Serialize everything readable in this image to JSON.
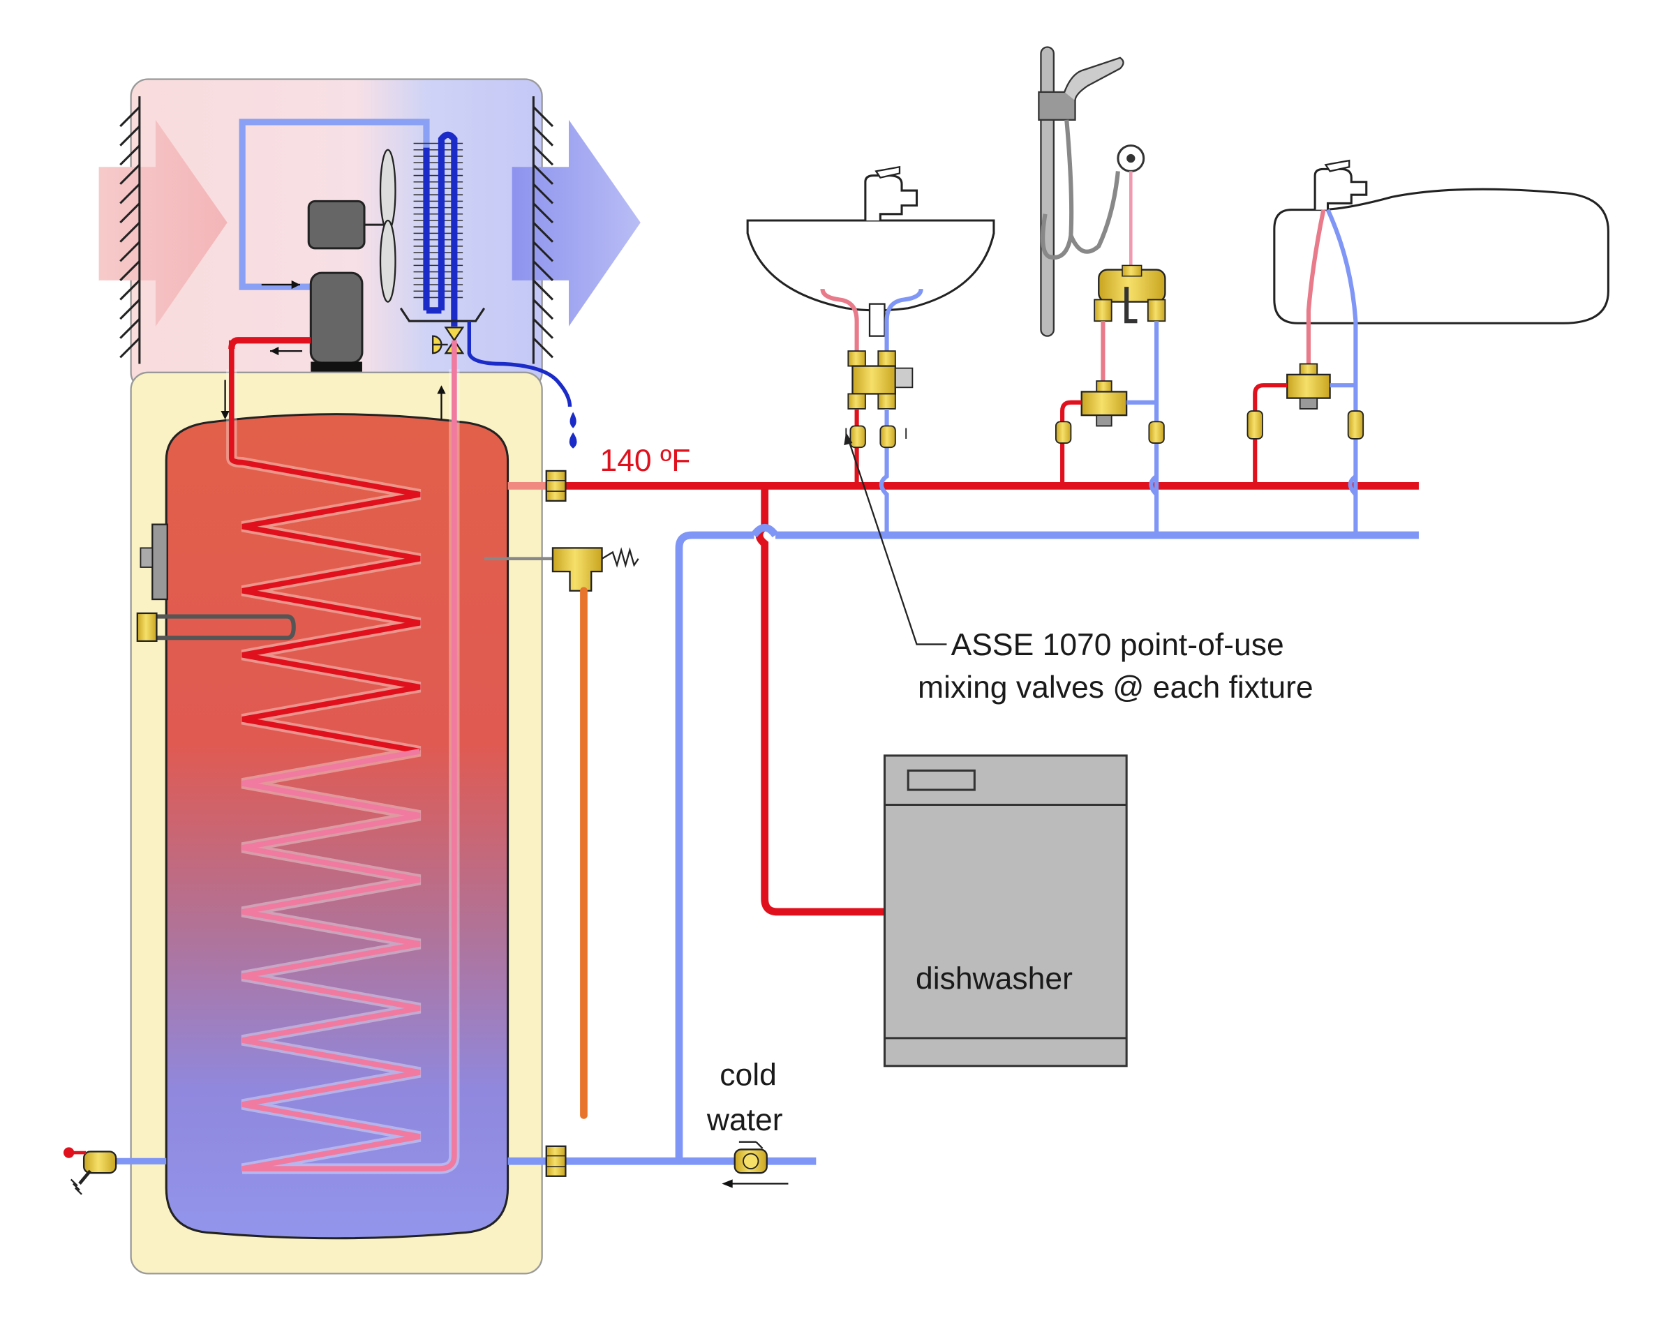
{
  "labels": {
    "supply_temp": "140 ºF",
    "callout_line1": "ASSE 1070 point-of-use",
    "callout_line2": "mixing valves @ each fixture",
    "dishwasher": "dishwasher",
    "cold_water_line1": "cold",
    "cold_water_line2": "water"
  },
  "colors": {
    "hot_pipe": "#e0101c",
    "cold_pipe": "#7f96f6",
    "tank_shell": "#faf1c4",
    "tank_hot": "#e2604a",
    "tank_cold": "#9295ec",
    "refrigerant_coil": "#f07aa0",
    "condensate": "#1a2bc8",
    "relief_pipe": "#e8732a",
    "valve_brass": "#f2d84a",
    "dishwasher_body": "#bbbbbb"
  }
}
